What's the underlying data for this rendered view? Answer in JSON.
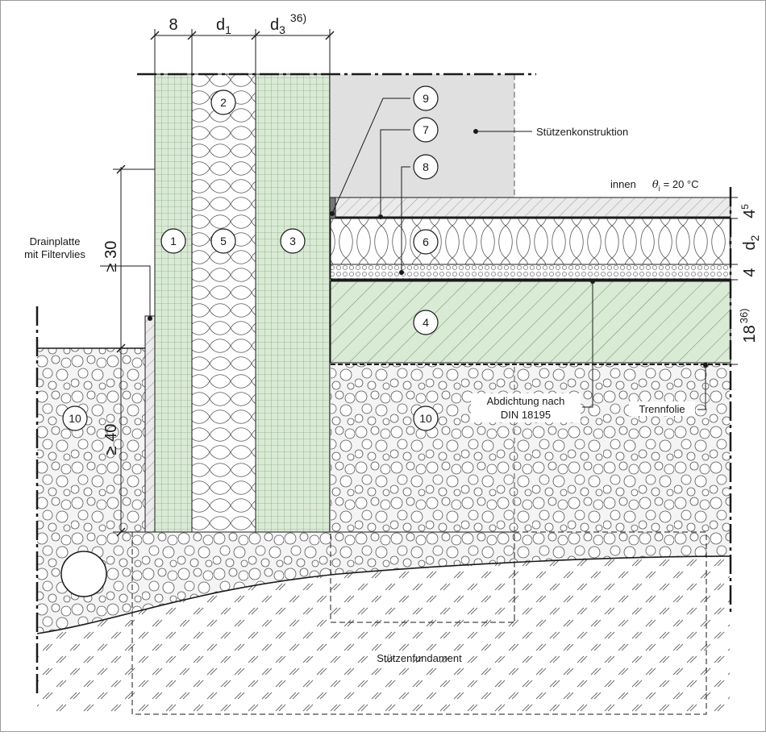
{
  "dimensions": {
    "wall_layer_1": "8",
    "wall_layer_5_var": "d",
    "wall_layer_5_sub": "1",
    "wall_layer_3_var": "d",
    "wall_layer_3_sub": "3",
    "wall_layer_3_sup": "36)",
    "height_above_ground": "≥ 30",
    "depth_below_ground": "≥ 40",
    "floor_layer_top": "4",
    "floor_layer_top_sup": "5",
    "floor_insulation_var": "d",
    "floor_insulation_sub": "2",
    "floor_impact_layer": "4",
    "floor_slab": "18",
    "floor_slab_sup": "36)"
  },
  "labels": {
    "column": "Stützenkonstruktion",
    "interior_prefix": "innen",
    "interior_theta": "θ",
    "interior_sub": "i",
    "interior_value": "=  20 °C",
    "drain_line1": "Drainplatte",
    "drain_line2": "mit Filtervlies",
    "sealing_line1": "Abdichtung nach",
    "sealing_line2": "DIN 18195",
    "separation": "Trennfolie",
    "foundation": "Stützenfundament"
  },
  "markers": [
    "1",
    "2",
    "3",
    "4",
    "5",
    "6",
    "7",
    "8",
    "9",
    "10",
    "10"
  ],
  "colors": {
    "masonry": "#d9ead5",
    "grid": "#6f8c6a",
    "column": "#e0e0e0",
    "gravel_fill": "#f2f2f2",
    "line": "#1a1a1a"
  }
}
